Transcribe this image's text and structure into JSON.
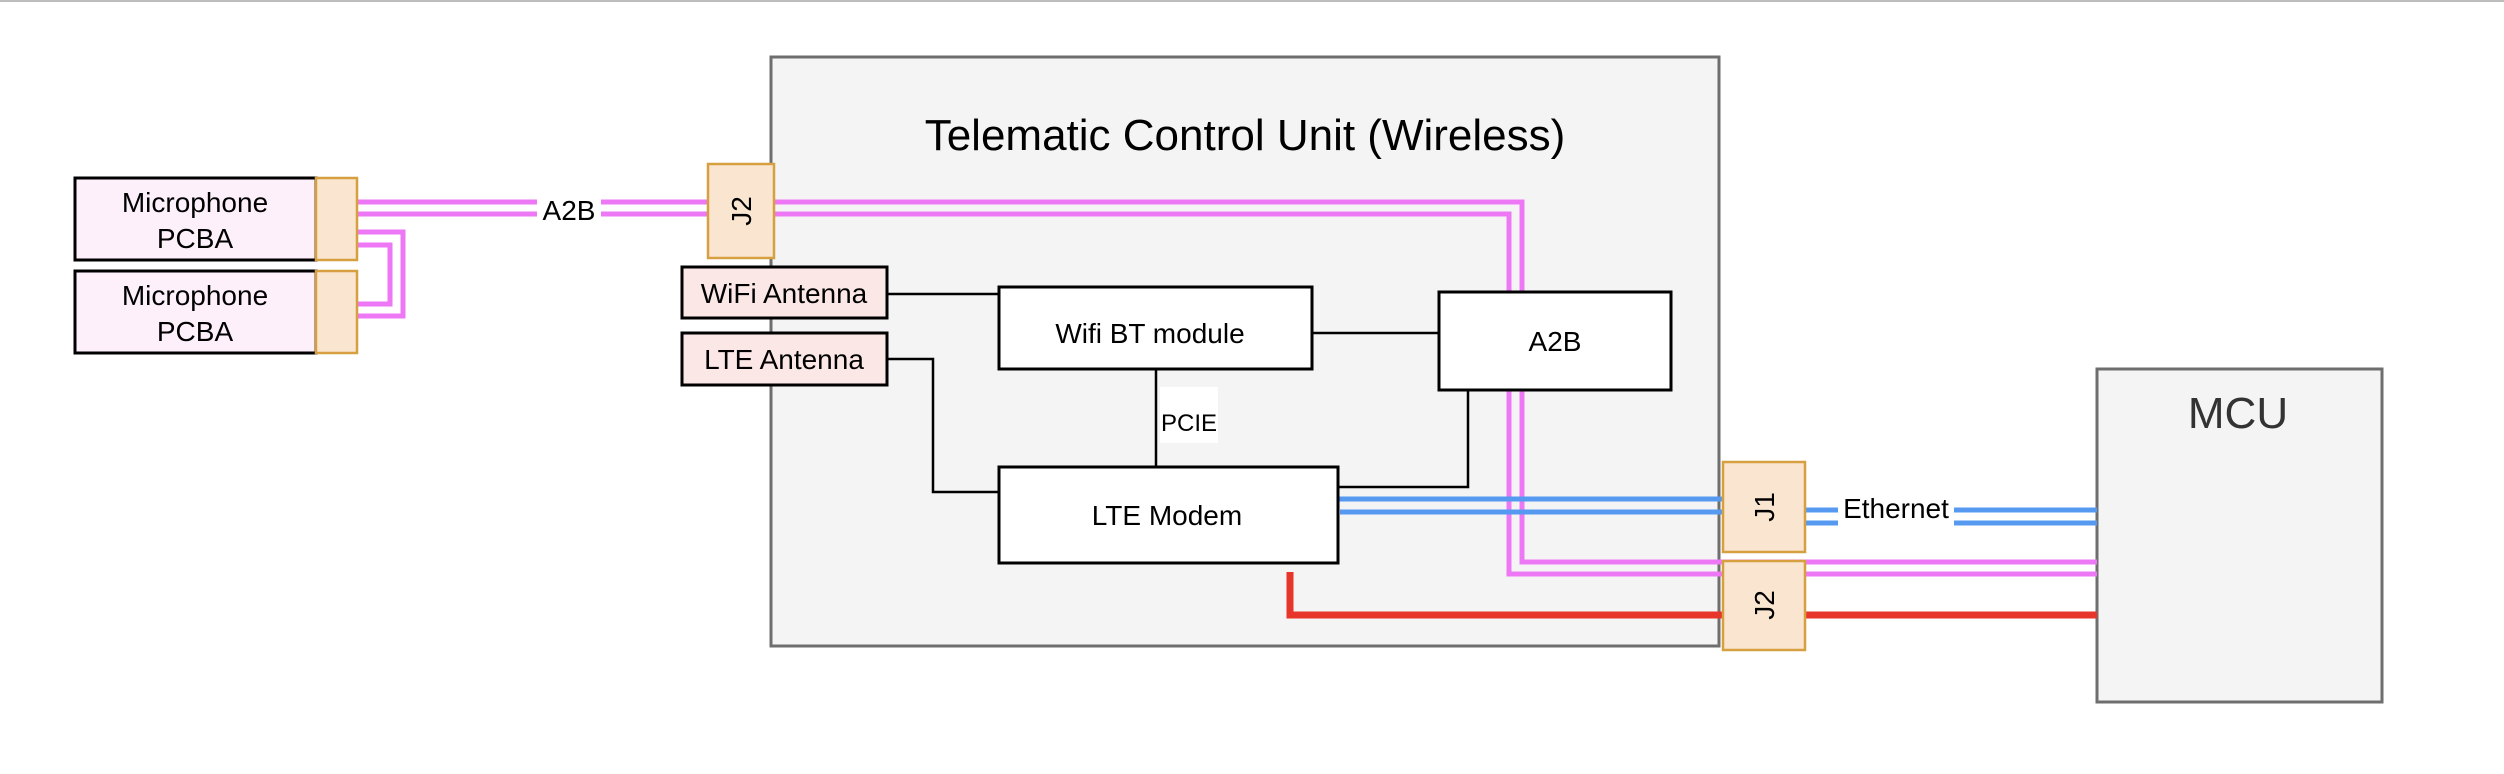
{
  "diagram": {
    "title": "Telematic Control Unit (Wireless)",
    "mcu": {
      "label": "MCU"
    },
    "microphones": [
      {
        "label_line1": "Microphone",
        "label_line2": "PCBA"
      },
      {
        "label_line1": "Microphone",
        "label_line2": "PCBA"
      }
    ],
    "antennas": {
      "wifi": "WiFi Antenna",
      "lte": "LTE Antenna"
    },
    "modules": {
      "wifi_bt": "Wifi BT module",
      "a2b": "A2B",
      "lte_modem": "LTE Modem"
    },
    "connectors": {
      "tcu_input_j2": "J2",
      "tcu_output_j1": "J1",
      "tcu_output_j2": "J2"
    },
    "link_labels": {
      "a2b_bus": "A2B",
      "pcie": "PCIE",
      "ethernet": "Ethernet"
    },
    "colors": {
      "a2b_bus": "#ee77f5",
      "ethernet": "#5599f0",
      "power": "#e8352a",
      "connector_fill": "#fae6d0",
      "connector_stroke": "#d6a040",
      "microphone_fill": "#fdf0fb",
      "antenna_fill": "#fbe8e6",
      "container_fill": "#f4f4f4",
      "container_stroke": "#6e6e6e"
    }
  }
}
